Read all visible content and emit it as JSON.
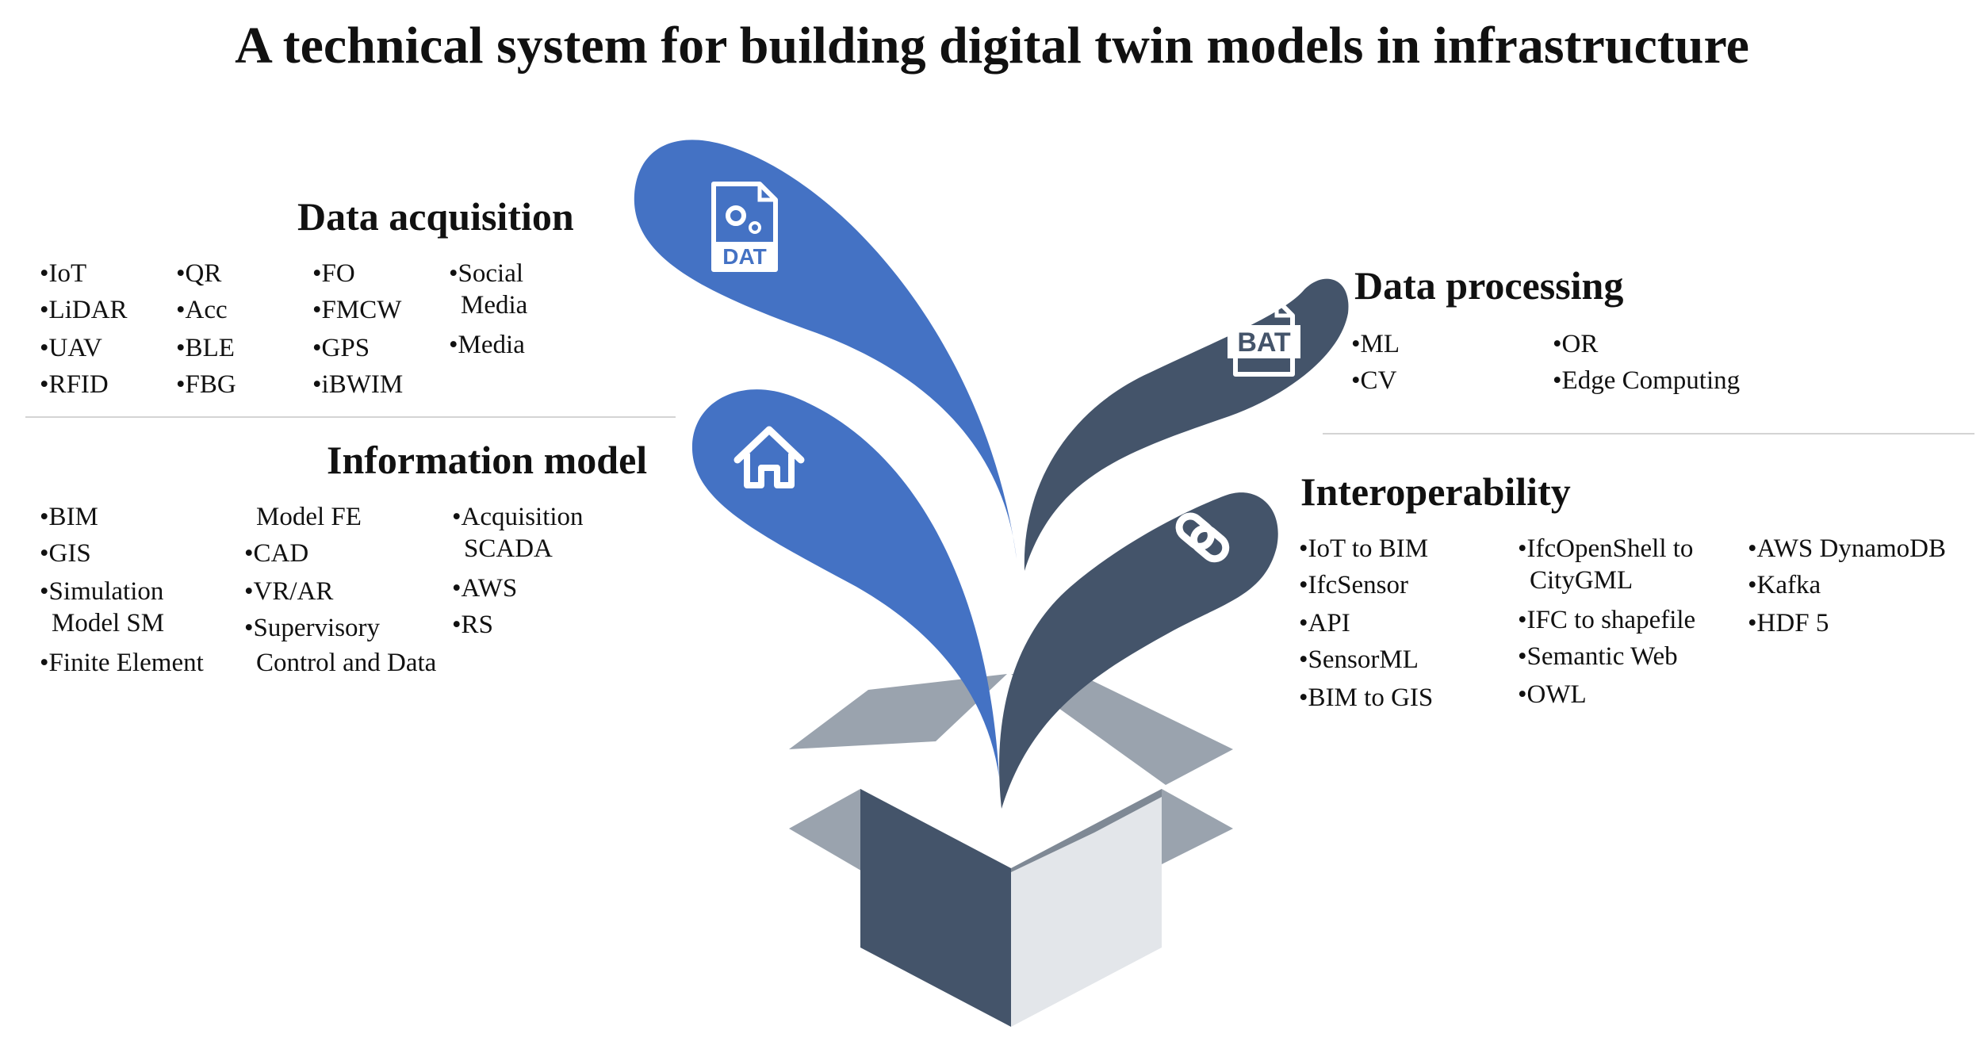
{
  "title": "A technical system for building digital twin models in infrastructure",
  "colors": {
    "blue": "#4472c4",
    "slate": "#44546a",
    "box_light": "#e3e6ea",
    "box_flap": "#9aa3ae",
    "box_flap_dark": "#7f8995",
    "divider": "#d4d4d4"
  },
  "icons": {
    "data_acquisition": "dat-file-icon",
    "data_processing": "bat-file-icon",
    "information_model": "house-icon",
    "interoperability": "chain-link-icon"
  },
  "icon_labels": {
    "dat": "DAT",
    "bat": "BAT"
  },
  "sections": {
    "data_acquisition": {
      "heading": "Data acquisition",
      "columns": [
        [
          "•IoT",
          "•LiDAR",
          "•UAV",
          "•RFID"
        ],
        [
          "•QR",
          "•Acc",
          "•BLE",
          "•FBG"
        ],
        [
          "•FO",
          "•FMCW",
          "•GPS",
          "•iBWIM"
        ],
        [
          "•Social",
          "Media",
          "•Media"
        ]
      ]
    },
    "information_model": {
      "heading": "Information model",
      "columns": [
        [
          "•BIM",
          "•GIS",
          "•Simulation",
          "Model SM",
          "•Finite Element"
        ],
        [
          "Model FE",
          "•CAD",
          "•VR/AR",
          "•Supervisory",
          "Control and Data"
        ],
        [
          "•Acquisition",
          "SCADA",
          "•AWS",
          "•RS"
        ]
      ]
    },
    "data_processing": {
      "heading": "Data processing",
      "columns": [
        [
          "•ML",
          "•CV"
        ],
        [
          "•OR",
          "•Edge Computing"
        ]
      ]
    },
    "interoperability": {
      "heading": "Interoperability",
      "columns": [
        [
          "•IoT to BIM",
          "•IfcSensor",
          "•API",
          "•SensorML",
          "•BIM to GIS"
        ],
        [
          "•IfcOpenShell to",
          "CityGML",
          "•IFC to shapefile",
          "•Semantic Web",
          "•OWL"
        ],
        [
          "•AWS DynamoDB",
          "•Kafka",
          "•HDF 5"
        ]
      ]
    }
  }
}
